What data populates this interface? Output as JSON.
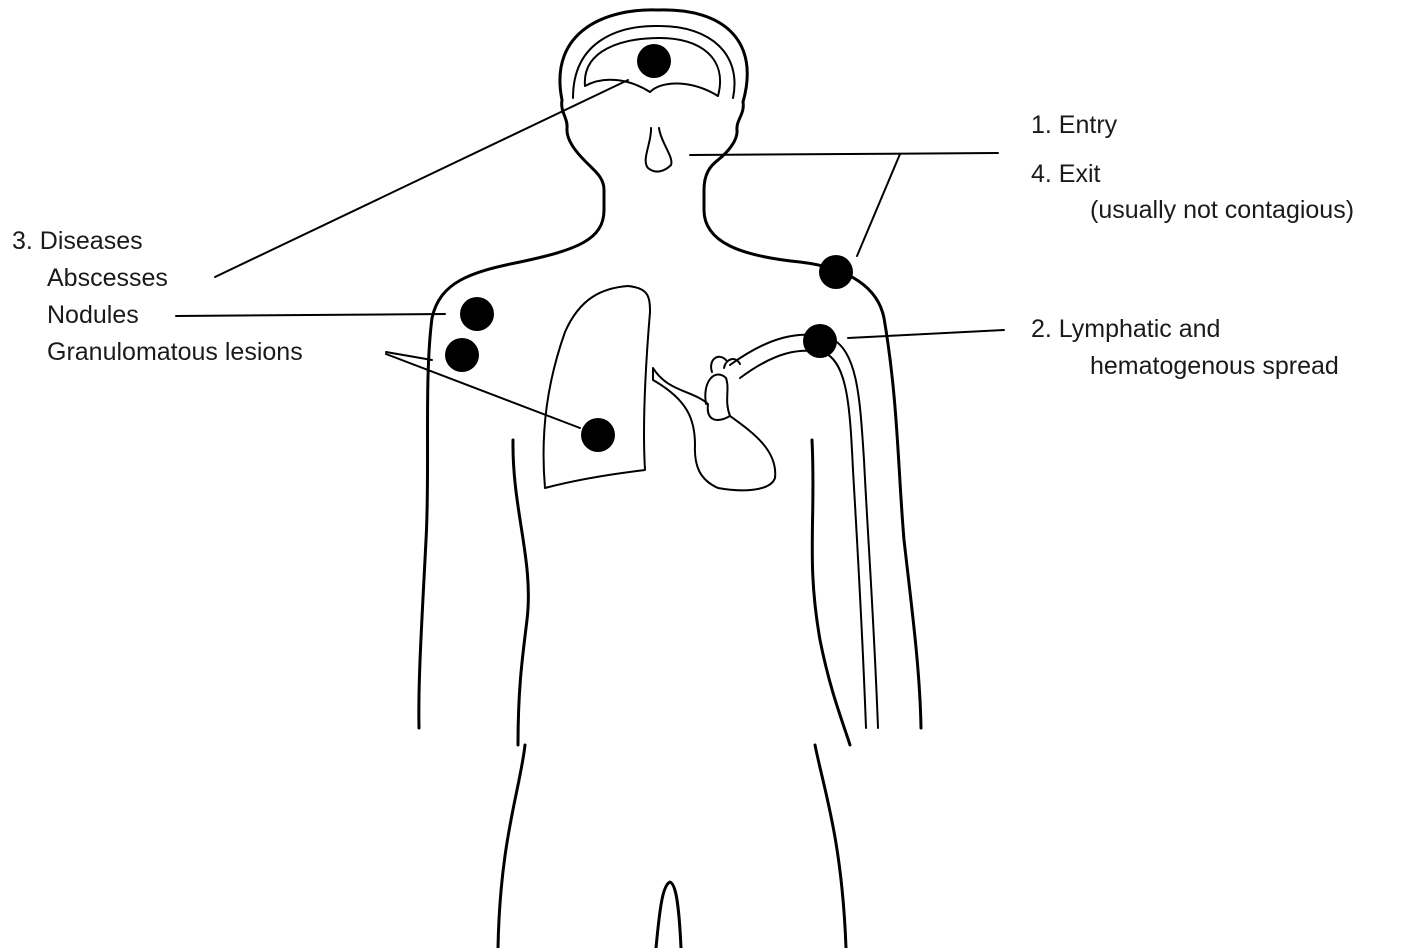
{
  "labels": {
    "entry": "1. Entry",
    "exit": "4. Exit",
    "exit_note": "(usually not contagious)",
    "diseases": "3. Diseases",
    "abscesses": "Abscesses",
    "nodules": "Nodules",
    "granulomatous": "Granulomatous lesions",
    "lymphatic_line1": "2. Lymphatic and",
    "lymphatic_line2": "hematogenous spread"
  },
  "colors": {
    "line": "#000000",
    "lesion": "#000000",
    "text": "#1a1a1a",
    "background": "#ffffff"
  }
}
